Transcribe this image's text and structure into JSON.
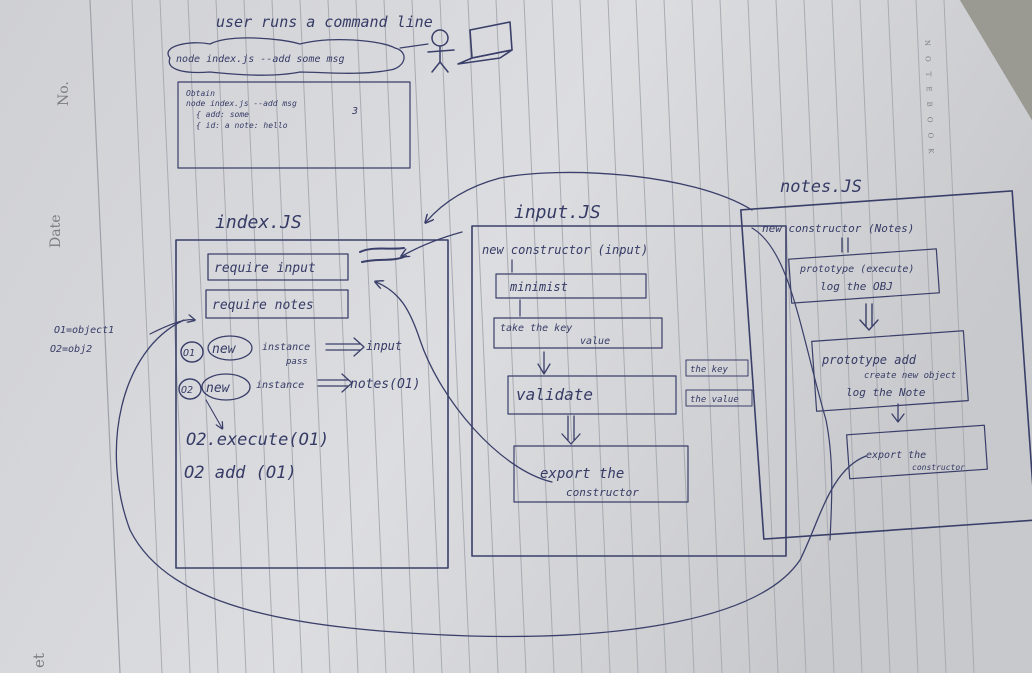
{
  "page": {
    "margin_no_label": "No.",
    "margin_date_label": "Date",
    "margin_corner_label": "et",
    "brand_vertical": "NOTEBOOK"
  },
  "top_sketch": {
    "title": "user runs a command line",
    "command_bubble": "node index.js --add some msg",
    "output_lines": [
      "Obtain",
      "node index.js  --add  msg",
      "{ add: some ",
      "{ id: a   note: hello"
    ],
    "output_number": "3"
  },
  "index_box": {
    "title": "index.JS",
    "require_input": "require input",
    "require_notes": "require notes",
    "instance1_label": "new",
    "instance1_text": "instance",
    "instance1_target": "input",
    "instance1_pass": "pass",
    "instance2_label": "new",
    "instance2_text": "instance",
    "instance2_target": "notes(O1)",
    "line_execute": "O2.execute(O1)",
    "line_add": "O2 add (O1)",
    "circle1": "O1",
    "circle2": "O2",
    "side_note_1": "O1=object1",
    "side_note_2": "O2=obj2"
  },
  "input_box": {
    "title": "input.JS",
    "constructor": "new constructor (input)",
    "minimist": "minimist",
    "take_key": "take the key",
    "take_value": "value",
    "validate": "validate",
    "side_key": "the key",
    "side_value": "the value",
    "export": "export the",
    "export2": "constructor"
  },
  "notes_box": {
    "title": "notes.JS",
    "constructor": "new constructor (Notes)",
    "proto_execute": "prototype (execute)",
    "proto_execute2": "log the OBJ",
    "proto_add": "prototype add",
    "proto_add2": "create new object",
    "proto_add3": "log the Note",
    "export": "export the",
    "export2": "constructor"
  },
  "colors": {
    "ink": "#3a3f6a",
    "paper": "#d9dadc",
    "rule": "#a9abb3"
  }
}
